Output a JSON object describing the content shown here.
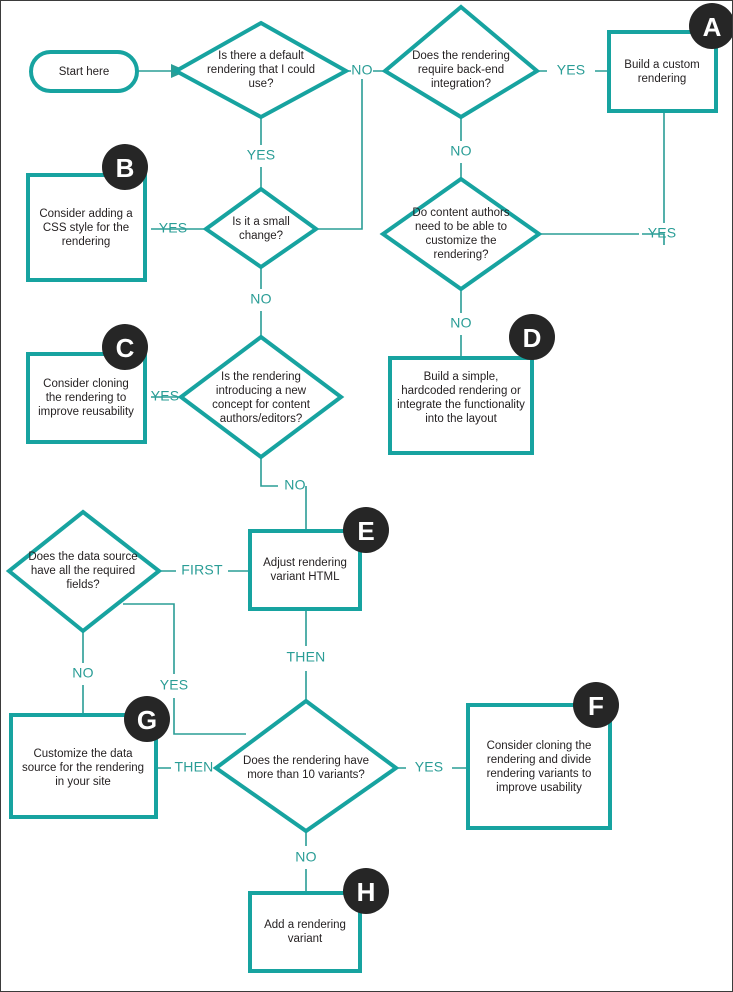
{
  "diagram": {
    "title": "Rendering decision flowchart",
    "colors": {
      "shape_stroke": "#17a3a0",
      "connector": "#2a9d96",
      "text": "#231f20",
      "badge_fill": "#262626",
      "badge_text": "#ffffff",
      "background": "#ffffff",
      "frame": "#3b3b3b"
    },
    "nodes": {
      "start": {
        "label": "Start here",
        "shape": "stadium"
      },
      "q_default_rendering": {
        "shape": "diamond",
        "lines": [
          "Is there a default",
          "rendering that I could",
          "use?"
        ]
      },
      "q_backend_integration": {
        "shape": "diamond",
        "lines": [
          "Does the rendering",
          "require back-end",
          "integration?"
        ]
      },
      "box_a": {
        "shape": "rect",
        "lines": [
          "Build a custom",
          "rendering"
        ]
      },
      "q_small_change": {
        "shape": "diamond",
        "lines": [
          "Is  it a small",
          "change?"
        ]
      },
      "box_b": {
        "shape": "rect",
        "lines": [
          "Consider adding a",
          "CSS style for the",
          "rendering"
        ]
      },
      "q_content_authors_customize": {
        "shape": "diamond",
        "lines": [
          "Do content authors",
          "need to be able to",
          "customize the",
          "rendering?"
        ]
      },
      "box_d": {
        "shape": "rect",
        "lines": [
          "Build a simple,",
          "hardcoded rendering or",
          "integrate the functionality",
          "into the layout"
        ]
      },
      "q_new_concept": {
        "shape": "diamond",
        "lines": [
          "Is the rendering",
          "introducing a new",
          "concept for content",
          "authors/editors?"
        ]
      },
      "box_c": {
        "shape": "rect",
        "lines": [
          "Consider cloning",
          "the rendering to",
          "improve reusability"
        ]
      },
      "q_data_source_fields": {
        "shape": "diamond",
        "lines": [
          "Does the data source",
          "have all the required",
          "fields?"
        ]
      },
      "box_e": {
        "shape": "rect",
        "lines": [
          "Adjust rendering",
          "variant HTML"
        ]
      },
      "box_g": {
        "shape": "rect",
        "lines": [
          "Customize the data",
          "source for the rendering",
          "in your site"
        ]
      },
      "q_more_than_10_variants": {
        "shape": "diamond",
        "lines": [
          "Does the rendering have",
          "more than 10 variants?"
        ]
      },
      "box_f": {
        "shape": "rect",
        "lines": [
          "Consider cloning the",
          "rendering and divide",
          "rendering variants to",
          "improve usability"
        ]
      },
      "box_h": {
        "shape": "rect",
        "lines": [
          "Add a rendering",
          "variant"
        ]
      }
    },
    "badges": [
      {
        "id": "badge-a",
        "letter": "A"
      },
      {
        "id": "badge-b",
        "letter": "B"
      },
      {
        "id": "badge-c",
        "letter": "C"
      },
      {
        "id": "badge-d",
        "letter": "D"
      },
      {
        "id": "badge-e",
        "letter": "E"
      },
      {
        "id": "badge-f",
        "letter": "F"
      },
      {
        "id": "badge-g",
        "letter": "G"
      },
      {
        "id": "badge-h",
        "letter": "H"
      }
    ],
    "edge_labels": {
      "default_no": "NO",
      "default_yes": "YES",
      "backend_yes": "YES",
      "backend_no": "NO",
      "small_change_yes": "YES",
      "small_change_no": "NO",
      "authors_yes": "YES",
      "authors_no": "NO",
      "new_concept_yes": "YES",
      "new_concept_no": "NO",
      "data_source_first": "FIRST",
      "data_source_no": "NO",
      "data_source_yes": "YES",
      "variant_then": "THEN",
      "g_then": "THEN",
      "variants_yes": "YES",
      "variants_no": "NO"
    }
  }
}
